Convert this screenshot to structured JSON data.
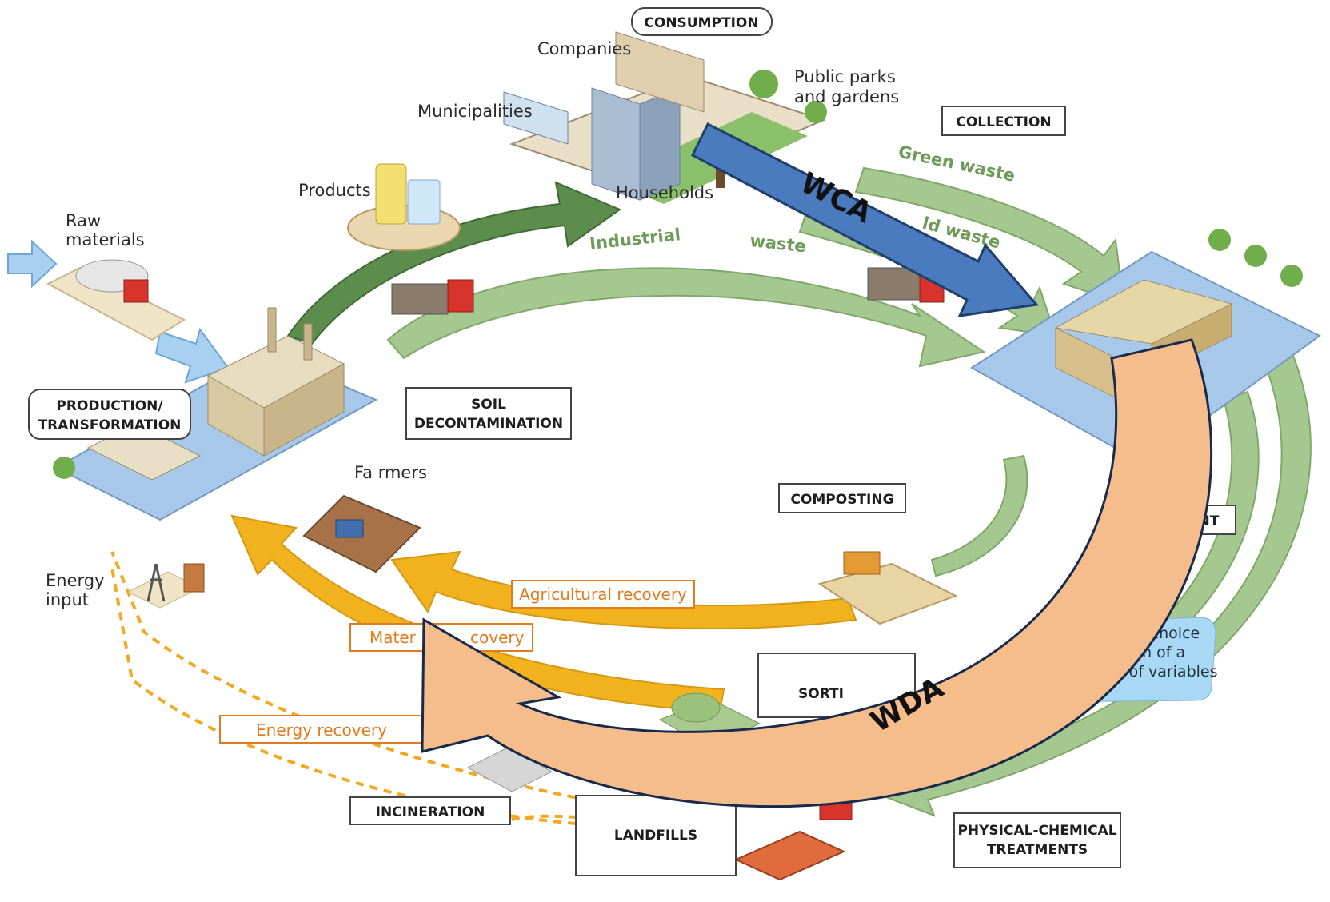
{
  "consumption": {
    "title": "CONSUMPTION",
    "companies": "Companies",
    "municipalities": "Municipalities",
    "public_parks_line1": "Public parks",
    "public_parks_line2": "and gardens",
    "households": "Households"
  },
  "collection": {
    "title": "COLLECTION",
    "green_waste": "Green waste",
    "household_waste": "ld waste",
    "industrial": "Industrial",
    "waste": "waste"
  },
  "production": {
    "raw_line1": "Raw",
    "raw_line2": "materials",
    "products": "Products",
    "title_line1": "PRODUCTION/",
    "title_line2": "TRANSFORMATION"
  },
  "soil": {
    "line1": "SOIL",
    "line2": "DECONTAMINATION"
  },
  "farmers": "Fa rmers",
  "composting": "COMPOSTING",
  "treatment_partial": "MENT",
  "energy_input_line1": "Energy",
  "energy_input_line2": "input",
  "recovery": {
    "agricultural": "Agricultural recovery",
    "material_left": "Mater",
    "material_right": "covery",
    "energy": "Energy recovery"
  },
  "note": {
    "line1": "ical choice",
    "line2": "iction of a",
    "line3": "ber of variables"
  },
  "sorting_partial": "SORTI",
  "incineration": "INCINERATION",
  "landfills": "LANDFILLS",
  "physchem": {
    "line1": "PHYSICAL-CHEMICAL",
    "line2": "TREATMENTS"
  },
  "overlays": {
    "wca": "WCA",
    "wda": "WDA",
    "wca_color": "#4a7bbf",
    "wda_color": "#f6bd8c"
  },
  "colors": {
    "green_arrow": "#9fc38a",
    "dark_green_arrow": "#5d8d4d",
    "yellow_arrow": "#f2b21d",
    "blue_arrow": "#a8d0f0",
    "orange_text": "#e07b1f",
    "note_bg": "#a9d8f4"
  }
}
